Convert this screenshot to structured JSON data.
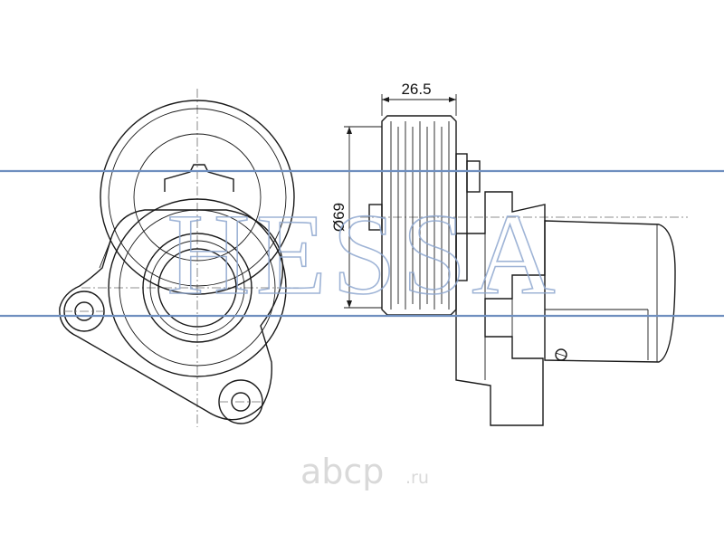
{
  "drawing": {
    "dimension_width": "26.5",
    "dimension_diameter": "Ø69"
  },
  "watermark": {
    "brand": "HESSA",
    "site_logo": "abcp",
    "site_suffix": ".ru"
  },
  "colors": {
    "line": "#1a1a1a",
    "watermark_band": "#6f8fbf",
    "watermark_text": "#8fa8d0",
    "site_logo": "#d9d9d9"
  }
}
